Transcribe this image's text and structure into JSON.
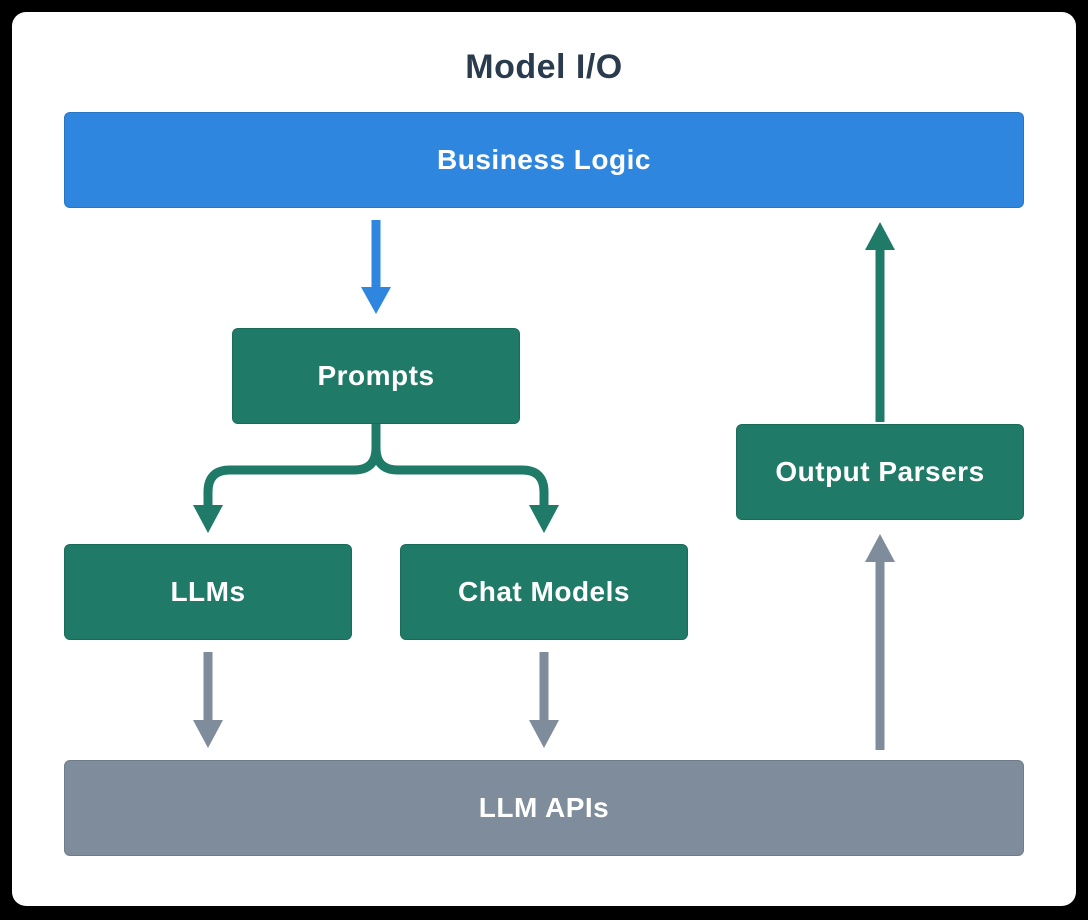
{
  "diagram": {
    "title": "Model I/O",
    "nodes": {
      "business_logic": {
        "label": "Business Logic",
        "color": "#2E86DE"
      },
      "prompts": {
        "label": "Prompts",
        "color": "#1F7A68"
      },
      "llms": {
        "label": "LLMs",
        "color": "#1F7A68"
      },
      "chat_models": {
        "label": "Chat Models",
        "color": "#1F7A68"
      },
      "output_parsers": {
        "label": "Output Parsers",
        "color": "#1F7A68"
      },
      "llm_apis": {
        "label": "LLM APIs",
        "color": "#7E8C9B"
      }
    },
    "colors": {
      "arrow_blue": "#2E86DE",
      "arrow_teal": "#1F7A68",
      "arrow_gray": "#7E8C9B",
      "title_text": "#2A3B4D",
      "node_text": "#FFFFFF",
      "card_background": "#FFFFFF",
      "page_background": "#000000"
    }
  }
}
